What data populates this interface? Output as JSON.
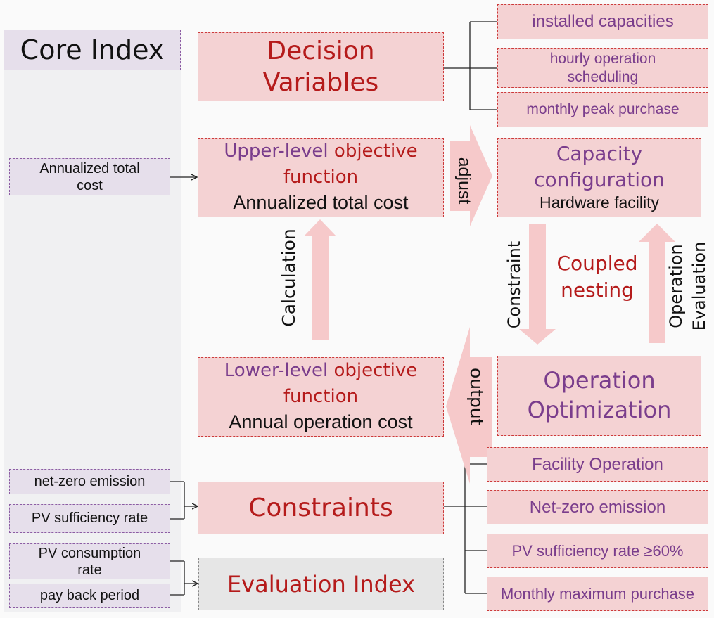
{
  "core_index": {
    "title": "Core Index",
    "annualized_total_cost": "Annualized total cost",
    "net_zero_emission": "net-zero emission",
    "pv_sufficiency_rate": "PV sufficiency rate",
    "pv_consumption_rate": "PV consumption rate",
    "pay_back_period": "pay back period"
  },
  "decision_variables": {
    "title_line1": "Decision",
    "title_line2": "Variables",
    "items": [
      "installed capacities",
      "hourly operation scheduling",
      "monthly peak purchase"
    ]
  },
  "upper_level": {
    "line1_a": "Upper-level",
    "line1_b": "objective",
    "line2": "function",
    "line3": "Annualized total cost"
  },
  "capacity": {
    "line1": "Capacity",
    "line2": "configuration",
    "line3": "Hardware facility"
  },
  "lower_level": {
    "line1_a": "Lower-level",
    "line1_b": "objective",
    "line2": "function",
    "line3": "Annual operation cost"
  },
  "operation_optimization": {
    "line1": "Operation",
    "line2": "Optimization"
  },
  "center": {
    "coupled": "Coupled",
    "nesting": "nesting"
  },
  "arrows": {
    "adjust": "adjust",
    "calculation": "Calculation",
    "constraint": "Constraint",
    "operation": "Operation",
    "evaluation": "Evaluation",
    "output": "output"
  },
  "constraints": {
    "title": "Constraints",
    "items": [
      "Facility Operation",
      "Net-zero emission",
      "PV sufficiency rate ≥60%",
      "Monthly maximum purchase"
    ]
  },
  "evaluation_index": {
    "title": "Evaluation Index"
  }
}
